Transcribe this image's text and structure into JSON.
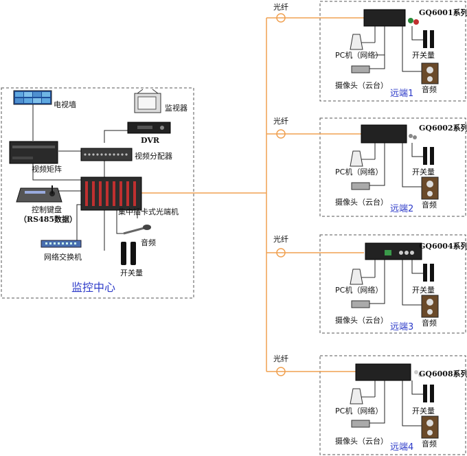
{
  "center": {
    "title": "监控中心",
    "tv_wall": "电视墙",
    "monitor": "监视器",
    "dvr": "DVR",
    "video_matrix": "视频矩阵",
    "video_splitter": "视频分配器",
    "keyboard": "控制键盘",
    "keyboard_note": "（RS485数据）",
    "central_unit": "集中插卡式光端机",
    "audio": "音频",
    "switch": "网络交换机",
    "io": "开关量"
  },
  "fiber_label": "光纤",
  "remotes": [
    {
      "model": "GQ6001系列",
      "pc": "PC机（网络）",
      "camera": "摄像头（云台）",
      "io": "开关量",
      "audio": "音频",
      "name": "远端1"
    },
    {
      "model": "GQ6002系列",
      "pc": "PC机（网络）",
      "camera": "摄像头（云台）",
      "io": "开关量",
      "audio": "音频",
      "name": "远端2"
    },
    {
      "model": "GQ6004系列",
      "pc": "PC机（网络）",
      "camera": "摄像头（云台）",
      "io": "开关量",
      "audio": "音频",
      "name": "远端3"
    },
    {
      "model": "GQ6008系列",
      "pc": "PC机（网络）",
      "camera": "摄像头（云台）",
      "io": "开关量",
      "audio": "音频",
      "name": "远端4"
    }
  ],
  "colors": {
    "fiber": "#f0a050",
    "border": "#555555",
    "accent": "#2b39c8"
  }
}
